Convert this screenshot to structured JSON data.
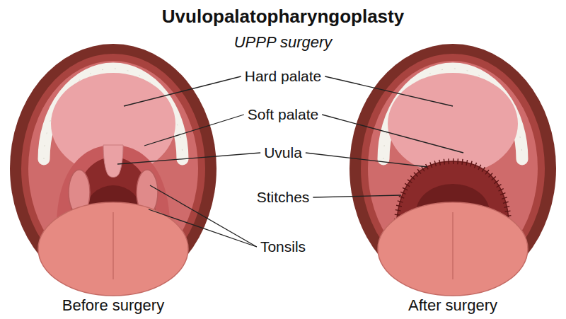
{
  "diagram": {
    "title": "Uvulopalatopharyngoplasty",
    "labels": [
      "UPPP surgery",
      "Hard palate",
      "Soft palate",
      "Uvula",
      "Stitches",
      "Tonsils",
      "Before surgery",
      "After surgery"
    ]
  }
}
